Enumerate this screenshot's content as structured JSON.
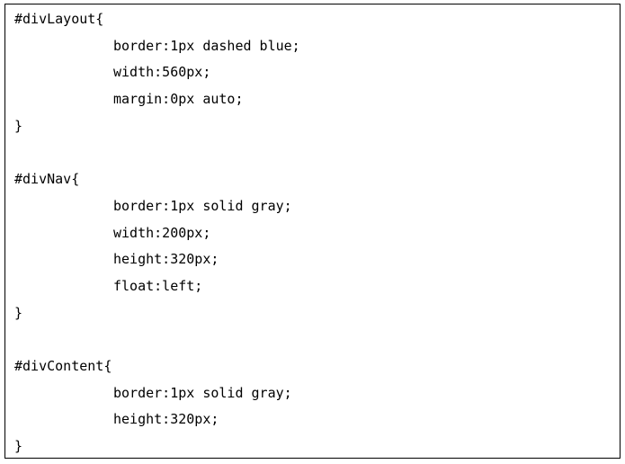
{
  "code": {
    "lines": [
      "#divLayout{",
      "border:1px dashed blue;",
      "width:560px;",
      "margin:0px auto;",
      "}",
      "",
      "#divNav{",
      "border:1px solid gray;",
      "width:200px;",
      "height:320px;",
      "float:left;",
      "}",
      "",
      "#divContent{",
      "border:1px solid gray;",
      "height:320px;",
      "}"
    ]
  }
}
